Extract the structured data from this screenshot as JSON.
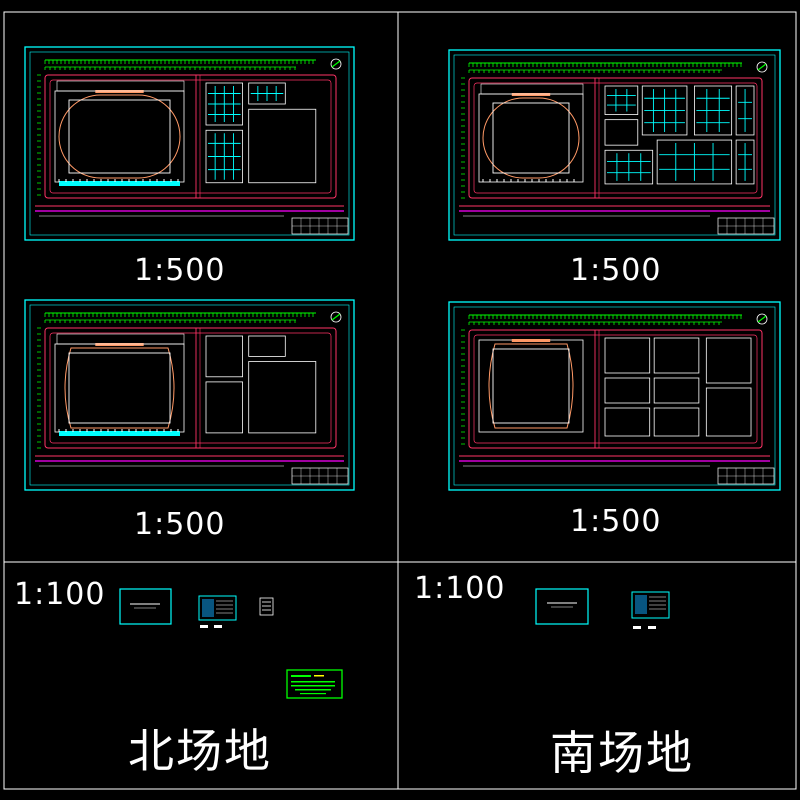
{
  "colors": {
    "background": "#000000",
    "frame": "#ffffff",
    "border": "#00ffff",
    "road": "#ff3366",
    "green": "#00ff00",
    "field": "#ff9966",
    "highlight": "#00ffff",
    "accent": "#ff00ff"
  },
  "panels": {
    "top_left": {
      "scale": "1:500"
    },
    "top_right": {
      "scale": "1:500"
    },
    "mid_left": {
      "scale": "1:500"
    },
    "mid_right": {
      "scale": "1:500"
    },
    "bottom_left": {
      "scale": "1:100",
      "site_name": "北场地"
    },
    "bottom_right": {
      "scale": "1:100",
      "site_name": "南场地"
    }
  }
}
